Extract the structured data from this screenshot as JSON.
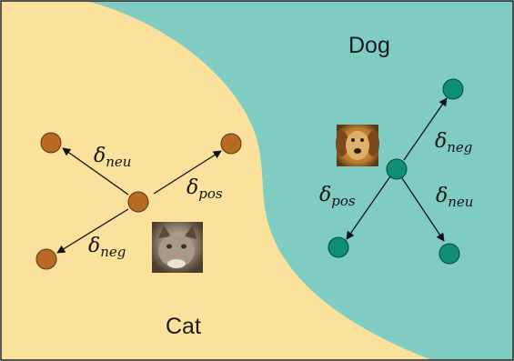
{
  "regions": {
    "dog": {
      "label": "Dog",
      "color": "#7fcdc2"
    },
    "cat": {
      "label": "Cat",
      "color": "#fbe29c"
    }
  },
  "cat_cluster": {
    "node_color": "#b86a22",
    "arrows": [
      {
        "delta": "δ",
        "sub": "neu"
      },
      {
        "delta": "δ",
        "sub": "pos"
      },
      {
        "delta": "δ",
        "sub": "neg"
      }
    ]
  },
  "dog_cluster": {
    "node_color": "#0f8f72",
    "arrows": [
      {
        "delta": "δ",
        "sub": "neg"
      },
      {
        "delta": "δ",
        "sub": "pos"
      },
      {
        "delta": "δ",
        "sub": "neu"
      }
    ]
  },
  "images": {
    "cat": "cat-photo",
    "dog": "dog-photo"
  }
}
